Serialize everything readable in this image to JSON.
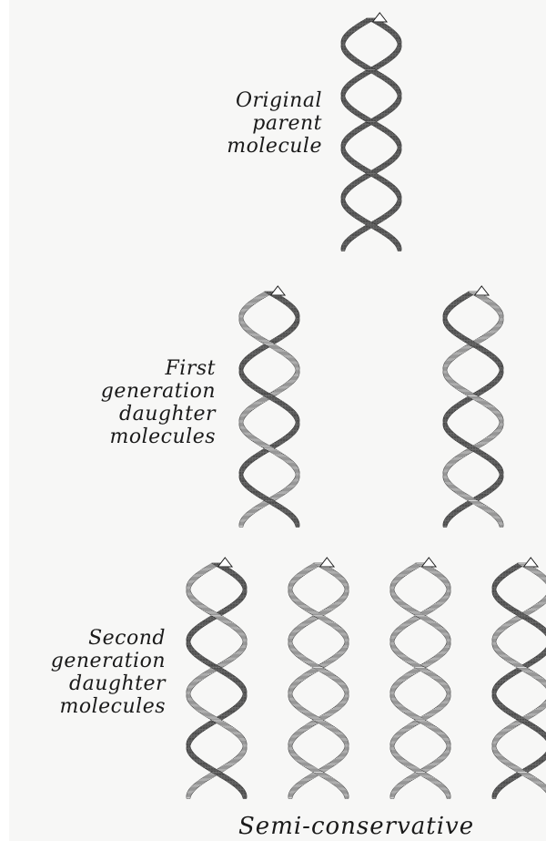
{
  "labels": {
    "original": [
      "Original",
      "parent",
      "molecule"
    ],
    "first": [
      "First",
      "generation",
      "daughter",
      "molecules"
    ],
    "second": [
      "Second",
      "generation",
      "daughter",
      "molecules"
    ]
  },
  "caption": "Semi-conservative",
  "strand_colors": {
    "old": "#7d7d7d",
    "new": "#d9d9d9"
  },
  "generations": [
    {
      "name": "original",
      "molecules": [
        {
          "strands": [
            "old",
            "old"
          ]
        }
      ]
    },
    {
      "name": "first",
      "molecules": [
        {
          "strands": [
            "old",
            "new"
          ]
        },
        {
          "strands": [
            "new",
            "old"
          ]
        }
      ]
    },
    {
      "name": "second",
      "molecules": [
        {
          "strands": [
            "old",
            "new"
          ]
        },
        {
          "strands": [
            "new",
            "new"
          ]
        },
        {
          "strands": [
            "new",
            "new"
          ]
        },
        {
          "strands": [
            "new",
            "old"
          ]
        }
      ]
    }
  ]
}
